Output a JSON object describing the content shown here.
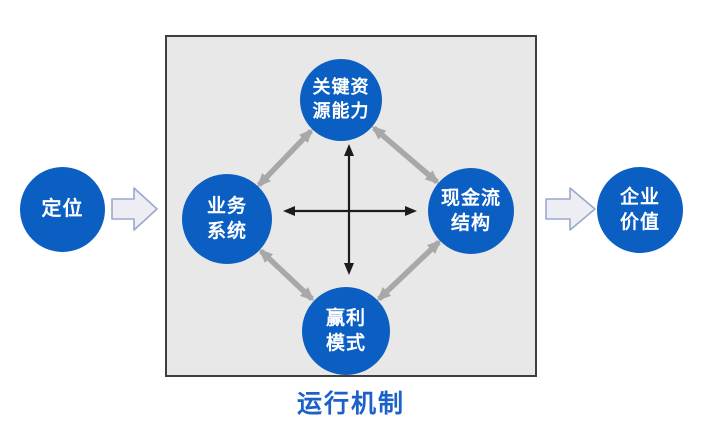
{
  "diagram": {
    "nodes": {
      "positioning": {
        "label": "定位"
      },
      "key_resources": {
        "line1": "关键资",
        "line2": "源能力"
      },
      "business_system": {
        "line1": "业务",
        "line2": "系统"
      },
      "cash_flow": {
        "line1": "现金流",
        "line2": "结构"
      },
      "profit_model": {
        "line1": "赢利",
        "line2": "模式"
      },
      "enterprise_value": {
        "line1": "企业",
        "line2": "价值"
      }
    },
    "caption": "运行机制",
    "colors": {
      "node_blue": "#0c5fc2",
      "node_text": "#ffffff",
      "box_background": "#e8e8e8",
      "box_border": "#3e3e3e",
      "diagonal_arrow_gray": "#a8a8a8",
      "cross_arrow_black": "#1c1c1c",
      "block_arrow_fill": "#edeef3",
      "block_arrow_border": "#9aa8ce",
      "caption_blue": "#1b61c8"
    }
  }
}
